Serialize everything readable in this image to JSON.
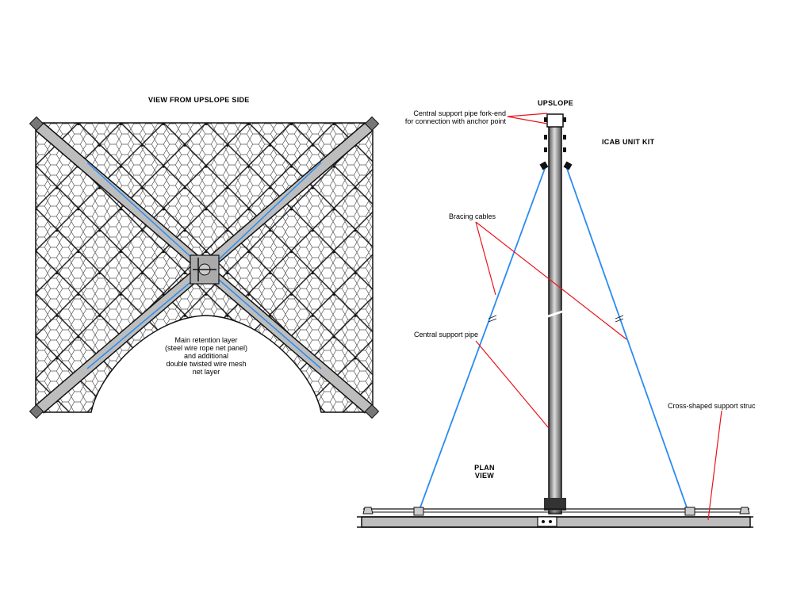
{
  "left_view": {
    "title": "VIEW FROM UPSLOPE SIDE",
    "note_lines": [
      "Main retention layer",
      "(steel wire rope net panel)",
      "and additional",
      "double twisted wire mesh",
      "net layer"
    ]
  },
  "right_view": {
    "upslope": "UPSLOPE",
    "kit_title": "ICAB UNIT KIT",
    "plan_view_lines": [
      "PLAN",
      "VIEW"
    ],
    "callouts": {
      "fork_end_lines": [
        "Central support pipe fork-end",
        "for connection with anchor point"
      ],
      "bracing_cables": "Bracing cables",
      "central_pipe": "Central support pipe",
      "cross_support": "Cross-shaped support struc"
    }
  },
  "colors": {
    "cable": "#2a8cf0",
    "leader": "#e8141c",
    "steel": "#b9b9b9",
    "line": "#111111"
  }
}
